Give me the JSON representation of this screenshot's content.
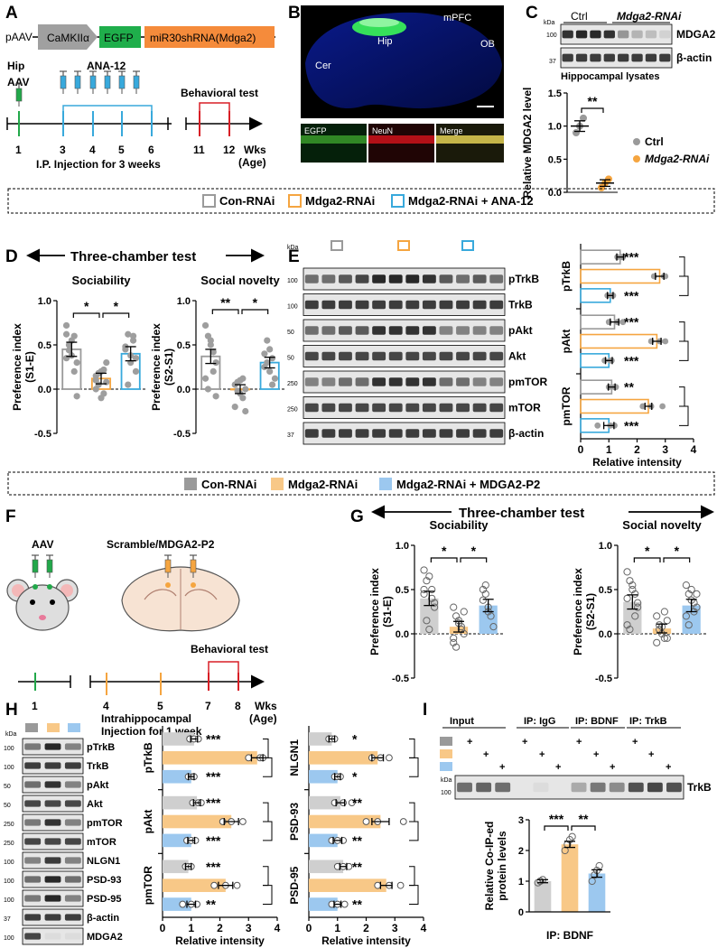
{
  "panel_letters": [
    "A",
    "B",
    "C",
    "D",
    "E",
    "F",
    "G",
    "H",
    "I"
  ],
  "colors": {
    "gray": "#9a9a9a",
    "orange": "#f5a540",
    "blue": "#38a9dc",
    "light_orange": "#f8c887",
    "light_blue": "#9cc8ef",
    "light_gray": "#cfcfcf",
    "green": "#22a84a",
    "red": "#d81f26",
    "construct_gray": "#9e9e9e",
    "construct_green": "#1fae4b",
    "construct_orange": "#f58b3b"
  },
  "panelA": {
    "construct": {
      "prefix": "pAAV",
      "promoter": "CaMKIIα",
      "reporter": "EGFP",
      "shrna": "miR30shRNA(Mdga2)"
    },
    "hip_label": "Hip",
    "aav_label": "AAV",
    "drug_label": "ANA-12",
    "behavior_label": "Behavioral test",
    "ticks": [
      "1",
      "3",
      "4",
      "5",
      "6",
      "11",
      "12"
    ],
    "injection_label": "I.P. Injection for 3 weeks",
    "wks_label": "Wks",
    "age_label": "(Age)"
  },
  "panelB": {
    "labels": {
      "hip": "Hip",
      "mpfc": "mPFC",
      "cer": "Cer",
      "ob": "OB"
    },
    "insets": [
      "EGFP",
      "NeuN",
      "Merge"
    ]
  },
  "panelC": {
    "blot": {
      "groups": [
        "Ctrl",
        "Mdga2-RNAi"
      ],
      "kda_label": "kDa",
      "rows": [
        {
          "label": "MDGA2",
          "kda": "100"
        },
        {
          "label": "β-actin",
          "kda": "37"
        }
      ],
      "footer": "Hippocampal lysates"
    }
  },
  "panelE": {
    "kda_label": "kDa",
    "rows": [
      {
        "label": "pTrkB",
        "kda": "100"
      },
      {
        "label": "TrkB",
        "kda": "100"
      },
      {
        "label": "pAkt",
        "kda": "50"
      },
      {
        "label": "Akt",
        "kda": "50"
      },
      {
        "label": "pmTOR",
        "kda": "250"
      },
      {
        "label": "mTOR",
        "kda": "250"
      },
      {
        "label": "β-actin",
        "kda": "37"
      }
    ]
  },
  "legend1": {
    "items": [
      "Con-RNAi",
      "Mdga2-RNAi",
      "Mdga2-RNAi + ANA-12"
    ]
  },
  "legend2": {
    "items": [
      "Con-RNAi",
      "Mdga2-RNAi",
      "Mdga2-RNAi + MDGA2-P2"
    ]
  },
  "panelD": {
    "header": "Three-chamber test"
  },
  "panelG": {
    "header": "Three-chamber test"
  },
  "panelF": {
    "aav_label": "AAV",
    "infusion_label": "Scramble/MDGA2-P2",
    "behavior_label": "Behavioral test",
    "ticks": [
      "1",
      "4",
      "5",
      "7",
      "8"
    ],
    "injection_label": "Intrahippocampal",
    "injection_label2": "Injection for 1 week",
    "wks_label": "Wks",
    "age_label": "(Age)"
  },
  "panelH": {
    "kda_label": "kDa",
    "rows": [
      {
        "label": "pTrkB",
        "kda": "100"
      },
      {
        "label": "TrkB",
        "kda": "100"
      },
      {
        "label": "pAkt",
        "kda": "50"
      },
      {
        "label": "Akt",
        "kda": "50"
      },
      {
        "label": "pmTOR",
        "kda": "250"
      },
      {
        "label": "mTOR",
        "kda": "250"
      },
      {
        "label": "NLGN1",
        "kda": "100"
      },
      {
        "label": "PSD-93",
        "kda": "100"
      },
      {
        "label": "PSD-95",
        "kda": "100"
      },
      {
        "label": "β-actin",
        "kda": "37"
      },
      {
        "label": "MDGA2",
        "kda": "100"
      }
    ]
  },
  "panelI": {
    "blot": {
      "headers": [
        "Input",
        "IP: IgG",
        "IP: BDNF",
        "IP: TrkB"
      ],
      "row_label": "TrkB",
      "kda_label": "kDa",
      "kda": "100",
      "plus": "+"
    }
  },
  "chart_data": [
    {
      "id": "C",
      "type": "scatter",
      "ylabel": "Relative MDGA2 level",
      "ylim": [
        0,
        1.5
      ],
      "yticks": [
        "0.0",
        "0.5",
        "1.0",
        "1.5"
      ],
      "legend": [
        "Ctrl",
        "Mdga2-RNAi"
      ],
      "groups": [
        {
          "name": "Ctrl",
          "mean": 1.0,
          "sem": 0.08,
          "points": [
            0.9,
            1.0,
            1.12
          ]
        },
        {
          "name": "Mdga2-RNAi",
          "mean": 0.14,
          "sem": 0.05,
          "points": [
            0.07,
            0.14,
            0.2
          ]
        }
      ],
      "significance": [
        {
          "from": 0,
          "to": 1,
          "label": "**"
        }
      ]
    },
    {
      "id": "D1",
      "type": "bar",
      "title": "Sociability",
      "ylabel": "Preference index (S1-E)",
      "ylim": [
        -0.5,
        1.0
      ],
      "yticks": [
        "-0.5",
        "0.0",
        "0.5",
        "1.0"
      ],
      "groups": [
        {
          "name": "Con-RNAi",
          "mean": 0.45,
          "sem": 0.08,
          "points": [
            0.35,
            0.44,
            0.55,
            0.6,
            0.3,
            0.72,
            0.5,
            0.38,
            0.2,
            -0.08,
            0.62
          ]
        },
        {
          "name": "Mdga2-RNAi",
          "mean": 0.12,
          "sem": 0.06,
          "points": [
            0.15,
            0.05,
            0.2,
            -0.05,
            0.3,
            0.1,
            0.18,
            -0.1,
            0.22,
            0.08,
            0.0
          ]
        },
        {
          "name": "Mdga2-RNAi + ANA-12",
          "mean": 0.4,
          "sem": 0.08,
          "points": [
            0.45,
            0.62,
            0.3,
            0.55,
            0.2,
            0.48,
            0.05,
            0.38,
            0.6,
            0.35
          ]
        }
      ],
      "significance": [
        {
          "from": 0,
          "to": 1,
          "label": "*"
        },
        {
          "from": 1,
          "to": 2,
          "label": "*"
        }
      ]
    },
    {
      "id": "D2",
      "type": "bar",
      "title": "Social novelty",
      "ylabel": "Preference index (S2-S1)",
      "ylim": [
        -0.5,
        1.0
      ],
      "yticks": [
        "-0.5",
        "0.0",
        "0.5",
        "1.0"
      ],
      "groups": [
        {
          "name": "Con-RNAi",
          "mean": 0.37,
          "sem": 0.08,
          "points": [
            0.72,
            0.6,
            0.5,
            0.42,
            0.3,
            0.12,
            0.0,
            0.55,
            0.2,
            -0.08
          ]
        },
        {
          "name": "Mdga2-RNAi",
          "mean": 0.0,
          "sem": 0.05,
          "points": [
            0.05,
            -0.02,
            0.1,
            -0.1,
            0.0,
            -0.2,
            0.08,
            -0.05,
            0.12,
            -0.25
          ]
        },
        {
          "name": "Mdga2-RNAi + ANA-12",
          "mean": 0.3,
          "sem": 0.06,
          "points": [
            0.4,
            0.55,
            0.2,
            0.35,
            0.12,
            0.25,
            0.3,
            0.45,
            0.05
          ]
        }
      ],
      "significance": [
        {
          "from": 0,
          "to": 1,
          "label": "**"
        },
        {
          "from": 1,
          "to": 2,
          "label": "*"
        }
      ]
    },
    {
      "id": "E",
      "type": "bar",
      "orientation": "horizontal",
      "xlabel": "Relative intensity",
      "xlim": [
        0,
        4
      ],
      "xticks": [
        "0",
        "1",
        "2",
        "3",
        "4"
      ],
      "proteins": [
        {
          "name": "pTrkB",
          "groups": [
            {
              "mean": 1.4,
              "sem": 0.12,
              "points": [
                1.3,
                1.5,
                1.45
              ]
            },
            {
              "mean": 2.8,
              "sem": 0.15,
              "points": [
                2.6,
                2.95,
                3.0
              ]
            },
            {
              "mean": 1.05,
              "sem": 0.1,
              "points": [
                0.95,
                1.1,
                1.15
              ]
            }
          ],
          "significance": [
            "***",
            "***"
          ]
        },
        {
          "name": "pAkt",
          "groups": [
            {
              "mean": 1.2,
              "sem": 0.15,
              "points": [
                1.0,
                1.5,
                1.3
              ]
            },
            {
              "mean": 2.7,
              "sem": 0.15,
              "points": [
                2.5,
                2.8,
                3.0
              ]
            },
            {
              "mean": 1.0,
              "sem": 0.12,
              "points": [
                0.85,
                1.1,
                1.05
              ]
            }
          ],
          "significance": [
            "***",
            "***"
          ]
        },
        {
          "name": "pmTOR",
          "groups": [
            {
              "mean": 1.1,
              "sem": 0.12,
              "points": [
                1.0,
                1.2,
                1.25
              ]
            },
            {
              "mean": 2.4,
              "sem": 0.12,
              "points": [
                2.2,
                2.5,
                2.9
              ]
            },
            {
              "mean": 1.0,
              "sem": 0.18,
              "points": [
                0.6,
                1.05,
                1.2
              ]
            }
          ],
          "significance": [
            "**",
            "***"
          ]
        }
      ]
    },
    {
      "id": "G1",
      "type": "bar",
      "title": "Sociability",
      "ylabel": "Preference index (S1-E)",
      "ylim": [
        -0.5,
        1.0
      ],
      "yticks": [
        "-0.5",
        "0.0",
        "0.5",
        "1.0"
      ],
      "groups": [
        {
          "name": "Con-RNAi",
          "mean": 0.4,
          "sem": 0.08,
          "points": [
            0.72,
            0.6,
            0.65,
            0.4,
            0.3,
            0.5,
            0.15,
            0.05,
            0.5,
            0.35,
            0.45
          ]
        },
        {
          "name": "Mdga2-RNAi",
          "mean": 0.08,
          "sem": 0.06,
          "points": [
            0.3,
            0.2,
            0.15,
            0.05,
            0.0,
            -0.1,
            -0.15,
            0.12,
            0.08,
            0.25,
            -0.05
          ]
        },
        {
          "name": "Mdga2-RNAi + MDGA2-P2",
          "mean": 0.32,
          "sem": 0.07,
          "points": [
            0.5,
            0.45,
            0.3,
            0.2,
            0.08,
            0.38,
            0.55,
            0.25
          ]
        }
      ],
      "significance": [
        {
          "from": 0,
          "to": 1,
          "label": "*"
        },
        {
          "from": 1,
          "to": 2,
          "label": "*"
        }
      ]
    },
    {
      "id": "G2",
      "type": "bar",
      "title": "Social novelty",
      "ylabel": "Preference index (S2-S1)",
      "ylim": [
        -0.5,
        1.0
      ],
      "yticks": [
        "-0.5",
        "0.0",
        "0.5",
        "1.0"
      ],
      "groups": [
        {
          "name": "Con-RNAi",
          "mean": 0.36,
          "sem": 0.08,
          "points": [
            0.7,
            0.6,
            0.55,
            0.45,
            0.3,
            0.1,
            0.05,
            0.5,
            0.2,
            0.35,
            0.4
          ]
        },
        {
          "name": "Mdga2-RNAi",
          "mean": 0.06,
          "sem": 0.05,
          "points": [
            0.2,
            0.1,
            0.0,
            -0.05,
            0.15,
            -0.1,
            0.05,
            0.08,
            0.25,
            -0.05
          ]
        },
        {
          "name": "Mdga2-RNAi + MDGA2-P2",
          "mean": 0.32,
          "sem": 0.07,
          "points": [
            0.55,
            0.45,
            0.5,
            0.35,
            0.3,
            0.2,
            0.1,
            0.38,
            0.25,
            0.45
          ]
        }
      ],
      "significance": [
        {
          "from": 0,
          "to": 1,
          "label": "*"
        },
        {
          "from": 1,
          "to": 2,
          "label": "*"
        }
      ]
    },
    {
      "id": "H1",
      "type": "bar",
      "orientation": "horizontal",
      "xlabel": "Relative intensity",
      "xlim": [
        0,
        4
      ],
      "xticks": [
        "0",
        "1",
        "2",
        "3",
        "4"
      ],
      "proteins": [
        {
          "name": "pTrkB",
          "groups": [
            {
              "mean": 1.1,
              "sem": 0.12,
              "points": [
                0.95,
                1.1,
                1.25
              ]
            },
            {
              "mean": 3.3,
              "sem": 0.2,
              "points": [
                3.0,
                3.4,
                3.5
              ]
            },
            {
              "mean": 1.0,
              "sem": 0.1,
              "points": [
                0.9,
                1.05,
                1.1
              ]
            }
          ],
          "significance": [
            "***",
            "***"
          ]
        },
        {
          "name": "pAkt",
          "groups": [
            {
              "mean": 1.2,
              "sem": 0.12,
              "points": [
                1.05,
                1.25,
                1.35
              ]
            },
            {
              "mean": 2.4,
              "sem": 0.25,
              "points": [
                2.1,
                2.4,
                2.8
              ]
            },
            {
              "mean": 1.0,
              "sem": 0.12,
              "points": [
                0.85,
                1.0,
                1.15
              ]
            }
          ],
          "significance": [
            "***",
            "***"
          ]
        },
        {
          "name": "pmTOR",
          "groups": [
            {
              "mean": 0.9,
              "sem": 0.1,
              "points": [
                0.8,
                0.9,
                1.0
              ]
            },
            {
              "mean": 2.2,
              "sem": 0.25,
              "points": [
                1.8,
                2.2,
                2.6
              ]
            },
            {
              "mean": 1.0,
              "sem": 0.15,
              "points": [
                0.7,
                1.0,
                1.2
              ]
            }
          ],
          "significance": [
            "***",
            "**"
          ]
        }
      ]
    },
    {
      "id": "H2",
      "type": "bar",
      "orientation": "horizontal",
      "xlabel": "Relative intensity",
      "xlim": [
        0,
        4
      ],
      "xticks": [
        "0",
        "1",
        "2",
        "3",
        "4"
      ],
      "proteins": [
        {
          "name": "NLGN1",
          "groups": [
            {
              "mean": 0.8,
              "sem": 0.1,
              "points": [
                0.7,
                0.8,
                0.9
              ]
            },
            {
              "mean": 2.4,
              "sem": 0.2,
              "points": [
                2.2,
                2.5,
                2.8
              ]
            },
            {
              "mean": 1.0,
              "sem": 0.1,
              "points": [
                0.9,
                1.0,
                1.1
              ]
            }
          ],
          "significance": [
            "*",
            "*"
          ]
        },
        {
          "name": "PSD-93",
          "groups": [
            {
              "mean": 1.1,
              "sem": 0.15,
              "points": [
                0.9,
                1.2,
                1.5
              ]
            },
            {
              "mean": 2.5,
              "sem": 0.3,
              "points": [
                2.0,
                2.4,
                3.3
              ]
            },
            {
              "mean": 1.0,
              "sem": 0.15,
              "points": [
                0.8,
                1.0,
                1.2
              ]
            }
          ],
          "significance": [
            "**",
            "**"
          ]
        },
        {
          "name": "PSD-95",
          "groups": [
            {
              "mean": 1.2,
              "sem": 0.12,
              "points": [
                1.0,
                1.2,
                1.4
              ]
            },
            {
              "mean": 2.7,
              "sem": 0.2,
              "points": [
                2.4,
                2.8,
                3.2
              ]
            },
            {
              "mean": 1.0,
              "sem": 0.12,
              "points": [
                0.8,
                1.0,
                1.25
              ]
            }
          ],
          "significance": [
            "**",
            "**"
          ]
        }
      ]
    },
    {
      "id": "I",
      "type": "bar",
      "ylabel": "Relative Co-IP-ed protein levels",
      "xlabel": "IP: BDNF",
      "ylim": [
        0,
        3
      ],
      "yticks": [
        "0",
        "1",
        "2",
        "3"
      ],
      "groups": [
        {
          "name": "Con-RNAi",
          "mean": 1.0,
          "sem": 0.05,
          "points": [
            0.95,
            1.0,
            1.05
          ]
        },
        {
          "name": "Mdga2-RNAi",
          "mean": 2.2,
          "sem": 0.1,
          "points": [
            2.0,
            2.2,
            2.35,
            2.45
          ]
        },
        {
          "name": "Mdga2-RNAi + MDGA2-P2",
          "mean": 1.25,
          "sem": 0.12,
          "points": [
            1.0,
            1.2,
            1.35,
            1.5
          ]
        }
      ],
      "significance": [
        {
          "from": 0,
          "to": 1,
          "label": "***"
        },
        {
          "from": 1,
          "to": 2,
          "label": "**"
        }
      ]
    }
  ]
}
